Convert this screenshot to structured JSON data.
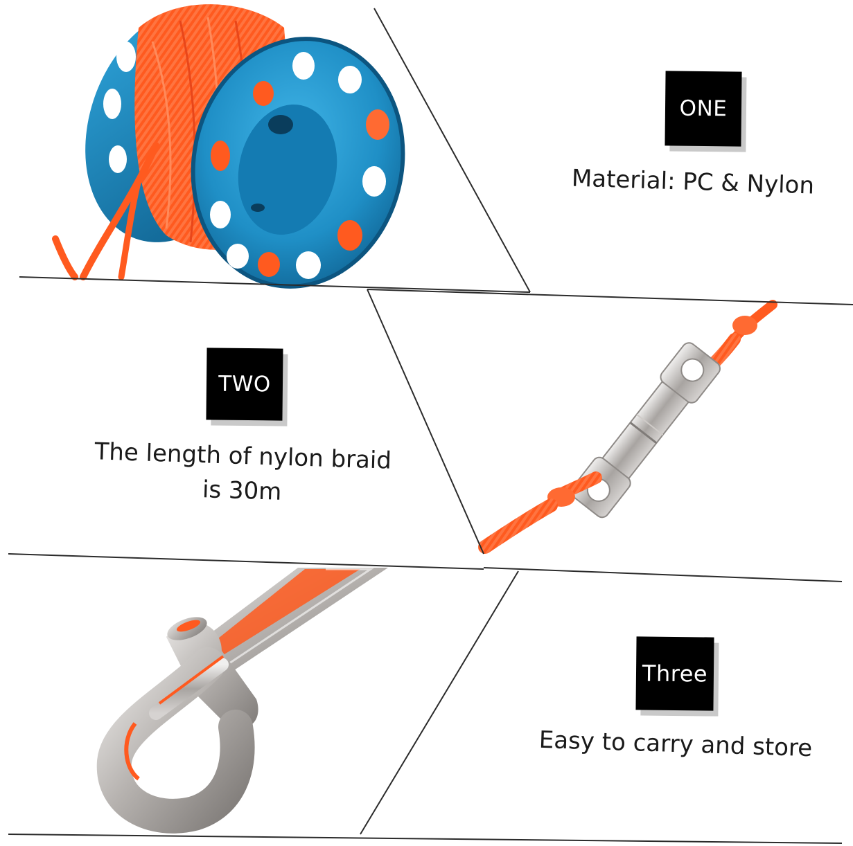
{
  "panels": [
    {
      "label": "ONE",
      "caption_lines": [
        "Material: PC & Nylon"
      ],
      "photo": "dive-reel-spool-icon"
    },
    {
      "label": "TWO",
      "caption_lines": [
        "The length of nylon braid",
        "is 30m"
      ],
      "photo": "swivel-connector-icon"
    },
    {
      "label": "Three",
      "caption_lines": [
        "Easy to carry and store"
      ],
      "photo": "bolt-snap-hook-icon"
    }
  ],
  "colors": {
    "spool_blue": "#1f8fc6",
    "line_orange": "#ff5a1f",
    "steel_grey": "#b9b6b3",
    "label_bg": "#000000",
    "label_text": "#ffffff",
    "divider": "#2b2b2b"
  }
}
